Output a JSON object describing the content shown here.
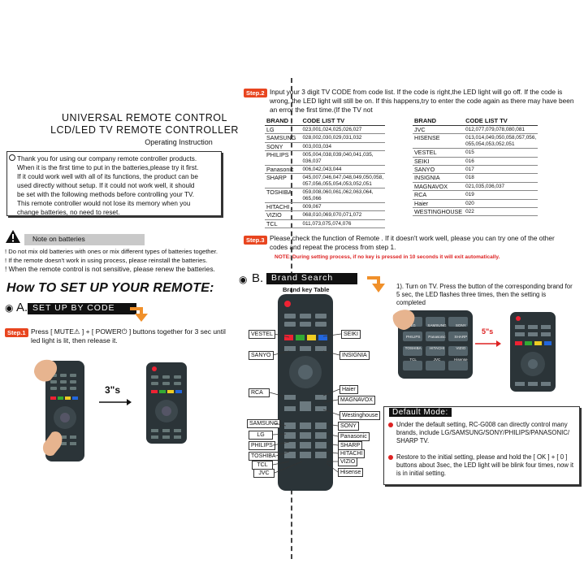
{
  "title": {
    "line1": "UNIVERSAL REMOTE CONTROL",
    "line2": "LCD/LED TV REMOTE CONTROLLER",
    "line3": "Operating Instruction"
  },
  "intro": [
    "Thank you for using our company remote controller products.",
    "When it is the first time to put in the batteries,please try it first.",
    "If it could work well with all of its functions, the product can be",
    "used directly without setup. If it could not work well, it should",
    "be set with the following methods before controlling your TV.",
    "This remote controller would not lose its memory when you",
    "change batteries, no need to reset."
  ],
  "battery_note": {
    "label": "Note on batteries",
    "lines": [
      "! Do not mix old batteries with ones or mix different types of batteries together.",
      "! If the remote doesn't work in using process, please reinstall the batteries.",
      "! When the remote control is not sensitive, please renew the batteries."
    ]
  },
  "how_to": "How TO SET UP YOUR REMOTE:",
  "section_a": {
    "letter": "A.",
    "label": "SET UP BY CODE"
  },
  "step1": {
    "badge": "Step.1",
    "text": "Press [ MUTE⚠ ] + [ POWER⏻ ] buttons together for 3 sec until  led light is lit, then release it.",
    "seconds": "3\"s"
  },
  "step2": {
    "badge": "Step.2",
    "text": "Input your 3 digit TV CODE from code list. If the code is right,the LED light will go off. If the code is wrong, the LED light will still be on. If this happens,try to enter the code again as there may have been an error the first time.(If the TV not"
  },
  "code_header": {
    "brand": "BRAND",
    "code": "CODE  LIST   TV"
  },
  "codes_left": [
    {
      "brand": "LG",
      "codes": "023,001,024,025,026,027"
    },
    {
      "brand": "SAMSUNG",
      "codes": "028,002,030,029,031,032"
    },
    {
      "brand": "SONY",
      "codes": "003,003,034"
    },
    {
      "brand": "PHILIPS",
      "codes": "005,004,038,039,040,041,035, 036,037"
    },
    {
      "brand": "Panasonic",
      "codes": "006,042,043,044"
    },
    {
      "brand": "SHARP",
      "codes": "045,007,046,047,048,049,050,058, 057,056,055,054,053,052,051"
    },
    {
      "brand": "TOSHIBA",
      "codes": "059,008,060,061,062,063,064, 065,066"
    },
    {
      "brand": "HITACHI",
      "codes": "009,067"
    },
    {
      "brand": "VIZIO",
      "codes": "068,010,069,070,071,072"
    },
    {
      "brand": "TCL",
      "codes": "011,073,075,074,076"
    }
  ],
  "codes_right": [
    {
      "brand": "JVC",
      "codes": "012,077,079,078,080,081"
    },
    {
      "brand": "HISENSE",
      "codes": "013,014,049,050,058,057,056, 055,054,053,052,051"
    },
    {
      "brand": "VESTEL",
      "codes": "015"
    },
    {
      "brand": "SEIKI",
      "codes": "016"
    },
    {
      "brand": "SANYO",
      "codes": "017"
    },
    {
      "brand": "INSIGNIA",
      "codes": "018"
    },
    {
      "brand": "MAGNAVOX",
      "codes": "021,035,036,037"
    },
    {
      "brand": "RCA",
      "codes": "019"
    },
    {
      "brand": "Haier",
      "codes": "020"
    },
    {
      "brand": "WESTINGHOUSE",
      "codes": "022"
    }
  ],
  "step3": {
    "badge": "Step.3",
    "text": "Please check the function of Remote . If it doesn't work well, please you can try one of the other codes and repeat the process from step 1.",
    "note": "NOTE: During setting process, if no key is pressed in 10 seconds it will exit automatically."
  },
  "section_b": {
    "letter": "B.",
    "label": "Brand Search",
    "table_label": "Brand  key Table"
  },
  "brand_labels_left": [
    "VESTEL",
    "SANYO",
    "RCA",
    "SAMSUNG",
    "LG",
    "PHILIPS",
    "TOSHIBA",
    "TCL",
    "JVC"
  ],
  "brand_labels_right": [
    "SEIKI",
    "INSIGNIA",
    "Haier",
    "MAGNAVOX",
    "Westinghouse",
    "SONY",
    "Panasonic",
    "SHARP",
    "HITACHI",
    "VIZIO",
    "Hisense"
  ],
  "brand_search_text": "1). Turn on TV. Press the button of the corresponding brand for 5 sec, the LED flashes three times, then the setting is completed",
  "brand_search_seconds": "5\"s",
  "keypad_brands": [
    "LG",
    "SAMSUNG",
    "SONY",
    "PHILIPS",
    "Panasonic",
    "SHARP",
    "TOSHIBA",
    "HITACHI",
    "VIZIO",
    "TCL",
    "JVC",
    "Hisense"
  ],
  "default_mode": {
    "label": "Default Mode:",
    "text1": "Under the default setting, RC-G008 can directly control many brands, include LG/SAMSUNG/SONY/PHILIPS/PANASONIC/ SHARP TV.",
    "text2": "Restore to the initial setting, please and hold the [ OK ] + [ 0 ] buttons about 3sec, the LED light will be blink four times, now it is in initial setting."
  },
  "colors": {
    "accent_red": "#e8451f",
    "arrow_orange": "#f0902a",
    "remote_body": "#2b3438",
    "note_red": "#dd2222"
  }
}
